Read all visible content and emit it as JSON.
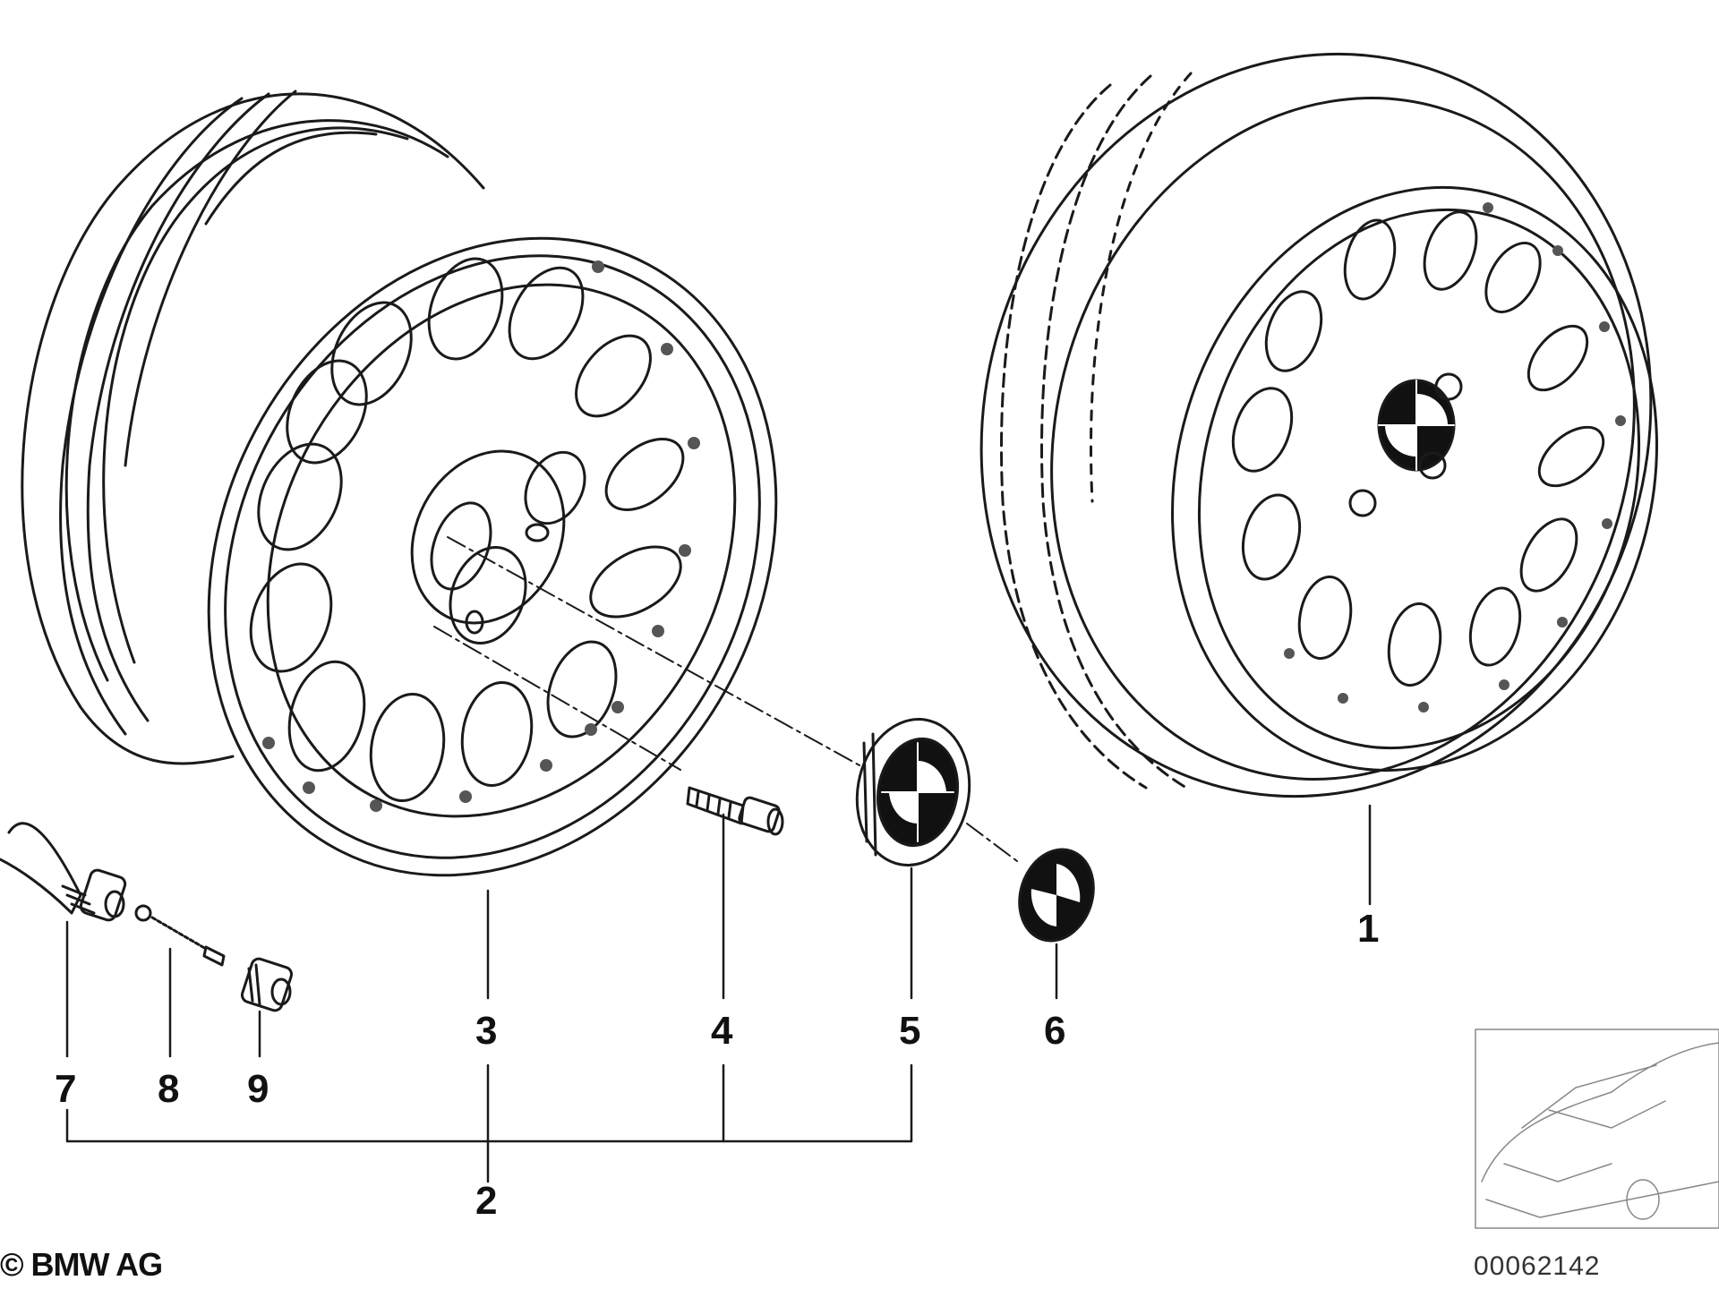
{
  "copyright": "© BMW AG",
  "document_number": "00062142",
  "parts": [
    {
      "id": "1",
      "label": "1",
      "description": "complete-wheel-with-tyre"
    },
    {
      "id": "2",
      "label": "2",
      "description": "light-alloy-rim-assembly"
    },
    {
      "id": "3",
      "label": "3",
      "description": "light-alloy-rim"
    },
    {
      "id": "4",
      "label": "4",
      "description": "wheel-bolt"
    },
    {
      "id": "5",
      "label": "5",
      "description": "hub-cap"
    },
    {
      "id": "6",
      "label": "6",
      "description": "emblem"
    },
    {
      "id": "7",
      "label": "7",
      "description": "valve"
    },
    {
      "id": "8",
      "label": "8",
      "description": "valve-insert"
    },
    {
      "id": "9",
      "label": "9",
      "description": "valve-cap"
    }
  ],
  "colors": {
    "line": "#1a1a1a",
    "background": "#ffffff",
    "emblem_dark": "#111111",
    "thumbnail_border": "#888888"
  }
}
